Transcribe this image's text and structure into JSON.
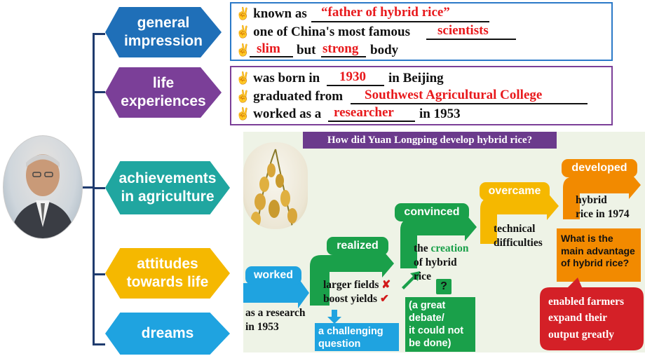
{
  "categories": {
    "general": "general impression",
    "general_l1": "general",
    "general_l2": "impression",
    "life_l1": "life",
    "life_l2": "experiences",
    "ach_l1": "achievements",
    "ach_l2": "in agriculture",
    "att_l1": "attitudes",
    "att_l2": "towards life",
    "dreams": "dreams"
  },
  "colors": {
    "general": "#1f6fb8",
    "life": "#7b3f98",
    "achievements": "#20a6a0",
    "attitudes": "#f5b800",
    "dreams": "#1fa3e0",
    "answer": "#e8191c"
  },
  "general_box": {
    "line1_text": "known as",
    "line1_answer": "“father of hybrid rice”",
    "line2_text": "one of China's most famous",
    "line2_answer": "scientists",
    "line3_answer1": "slim",
    "line3_mid": "but",
    "line3_answer2": "strong",
    "line3_end": "body"
  },
  "life_box": {
    "line1_text": "was born in",
    "line1_answer": "1930",
    "line1_end": "in Beijing",
    "line2_text": "graduated from",
    "line2_answer": "Southwest Agricultural College",
    "line3_text": "worked as a",
    "line3_answer": "researcher",
    "line3_end": "in 1953"
  },
  "panel": {
    "title": "How did Yuan Longping develop hybrid rice?",
    "worked": "worked",
    "worked_text_1": "as a research",
    "worked_text_2": "in 1953",
    "realized": "realized",
    "realized_text_1": "larger fields",
    "realized_text_2": "boost yields",
    "challenge_1": "a challenging",
    "challenge_2": "question",
    "convinced": "convinced",
    "convinced_text_1": "the",
    "convinced_creation": "creation",
    "convinced_text_2": "of hybrid",
    "convinced_text_3": "rice",
    "question_mark": "?",
    "debate_1": "(a great",
    "debate_2": "debate/",
    "debate_3": "it could not",
    "debate_4": "be done)",
    "overcame": "overcame",
    "overcame_text_1": "technical",
    "overcame_text_2": "difficulties",
    "developed": "developed",
    "developed_text_1": "hybrid",
    "developed_text_2": "rice in 1974",
    "advantage_1": "What is the",
    "advantage_2": "main advantage",
    "advantage_3": "of hybrid rice?",
    "answer_1": "enabled farmers",
    "answer_2": "expand their",
    "answer_3": "output greatly"
  }
}
